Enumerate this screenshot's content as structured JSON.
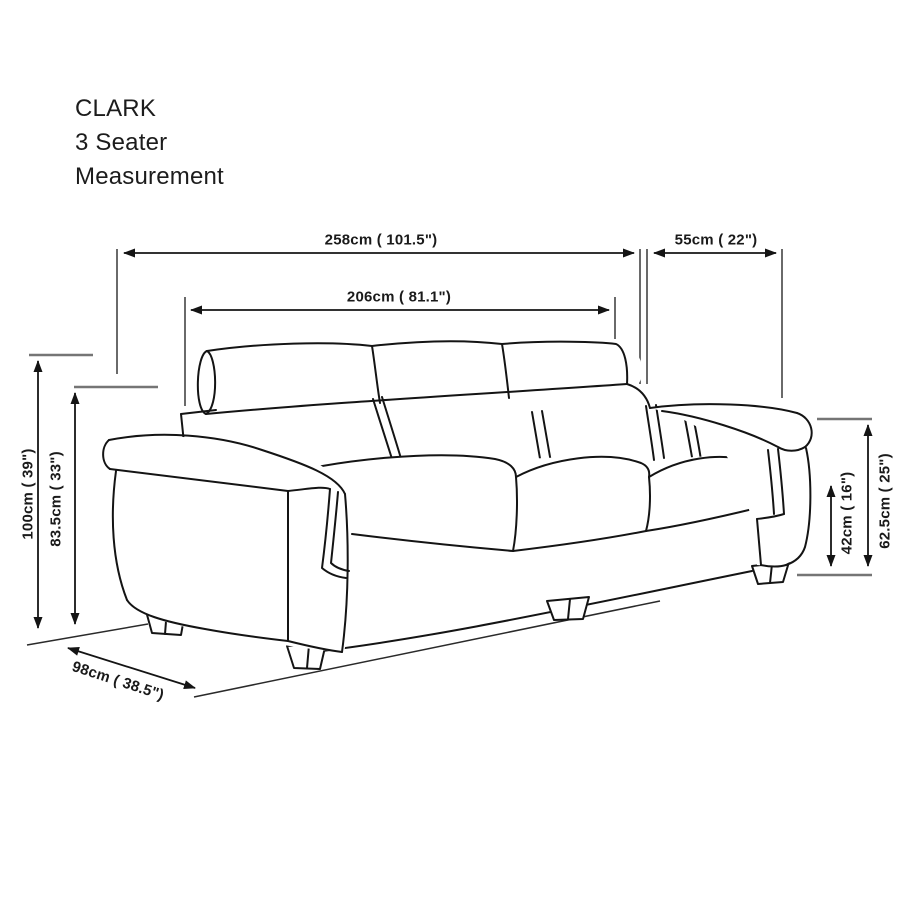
{
  "title": {
    "product_name": "CLARK",
    "variant": "3 Seater",
    "page_type": "Measurement"
  },
  "dimensions": {
    "overall_width": "258cm ( 101.5\")",
    "seat_width": "206cm ( 81.1\")",
    "depth_top": "55cm ( 22\")",
    "overall_height": "100cm ( 39\")",
    "back_height": "83.5cm ( 33\")",
    "seat_height": "42cm ( 16\")",
    "arm_height": "62.5cm ( 25\")",
    "base_depth": "98cm ( 38.5\")"
  },
  "colors": {
    "background": "#ffffff",
    "drawing_line": "#141414",
    "extension_line": "#454545",
    "tick_line": "#757575",
    "text": "#1a1a1a"
  }
}
